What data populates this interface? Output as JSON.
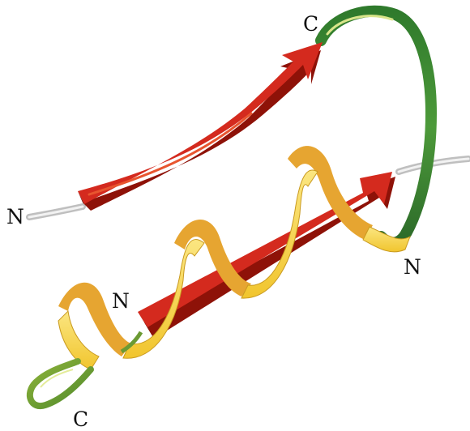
{
  "labels": {
    "strand1_n": "N",
    "strand1_c": "C",
    "helix_n": "N",
    "helix_c": "C",
    "strand2_n": "N"
  },
  "colors": {
    "beta_strand": "#d42a1e",
    "beta_strand_dark": "#8e1208",
    "alpha_helix": "#f5d23a",
    "alpha_helix_back": "#e6a531",
    "loop_coil": "#3f8a35",
    "loop_coil_light": "#b5c94a",
    "tail_coil": "#d9d9d9"
  }
}
